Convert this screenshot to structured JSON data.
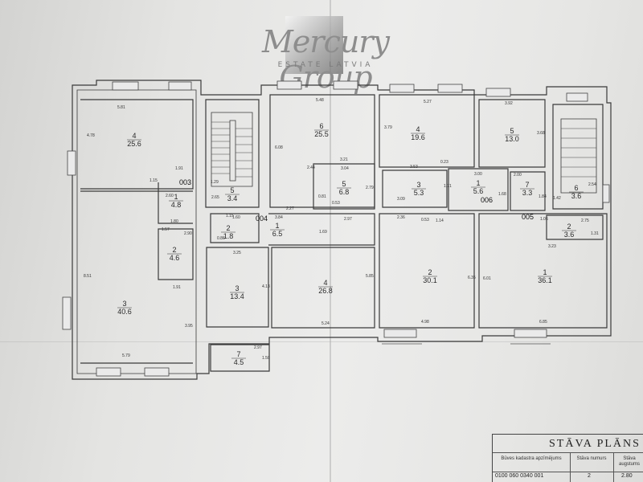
{
  "logo": {
    "name": "Mercury Group",
    "subtitle": "ESTATE LATVIA"
  },
  "unit_codes": [
    "003",
    "004",
    "006",
    "005"
  ],
  "rooms": [
    {
      "num": "4",
      "area": "25.6"
    },
    {
      "num": "3",
      "area": "40.6"
    },
    {
      "num": "1",
      "area": "4.8"
    },
    {
      "num": "2",
      "area": "4.6"
    },
    {
      "num": "5",
      "area": "3.4"
    },
    {
      "num": "2",
      "area": "1.8"
    },
    {
      "num": "3",
      "area": "13.4"
    },
    {
      "num": "7",
      "area": "4.5"
    },
    {
      "num": "6",
      "area": "25.5"
    },
    {
      "num": "5",
      "area": "6.8"
    },
    {
      "num": "1",
      "area": "6.5"
    },
    {
      "num": "4",
      "area": "26.8"
    },
    {
      "num": "4",
      "area": "19.6"
    },
    {
      "num": "5",
      "area": "13.0"
    },
    {
      "num": "3",
      "area": "5.3"
    },
    {
      "num": "1",
      "area": "5.6"
    },
    {
      "num": "7",
      "area": "3.3"
    },
    {
      "num": "6",
      "area": "3.6"
    },
    {
      "num": "2",
      "area": "3.6"
    },
    {
      "num": "2",
      "area": "30.1"
    },
    {
      "num": "1",
      "area": "36.1"
    }
  ],
  "dimensions": [
    "5.81",
    "4.78",
    "1.91",
    "1.15",
    "2.60",
    "1.80",
    "1.57",
    "2.90",
    "1.91",
    "8.51",
    "3.95",
    "5.79",
    "1.29",
    "2.65",
    "1.15",
    "1.60",
    "0.86",
    "3.25",
    "4.13",
    "2.97",
    "1.50",
    "5.48",
    "6.08",
    "2.44",
    "3.21",
    "3.04",
    "2.79",
    "0.81",
    "0.53",
    "2.27",
    "3.84",
    "2.97",
    "1.69",
    "5.85",
    "5.24",
    "5.27",
    "3.79",
    "3.53",
    "0.23",
    "3.92",
    "3.68",
    "3.00",
    "2.00",
    "1.71",
    "3.09",
    "1.68",
    "1.42",
    "2.54",
    "1.84",
    "2.36",
    "0.53",
    "1.14",
    "6.35",
    "4.98",
    "3.23",
    "6.01",
    "6.85",
    "2.75",
    "1.31",
    "1.06"
  ],
  "title_block": {
    "title": "STĀVA PLĀNS",
    "col1_label": "Būves kadastra apzīmējums",
    "col2_label": "Stāva numurs",
    "col3_label": "Stāva augstums",
    "col1_value": "0100 060 0340 001",
    "col2_value": "2",
    "col3_value": "2.80"
  }
}
